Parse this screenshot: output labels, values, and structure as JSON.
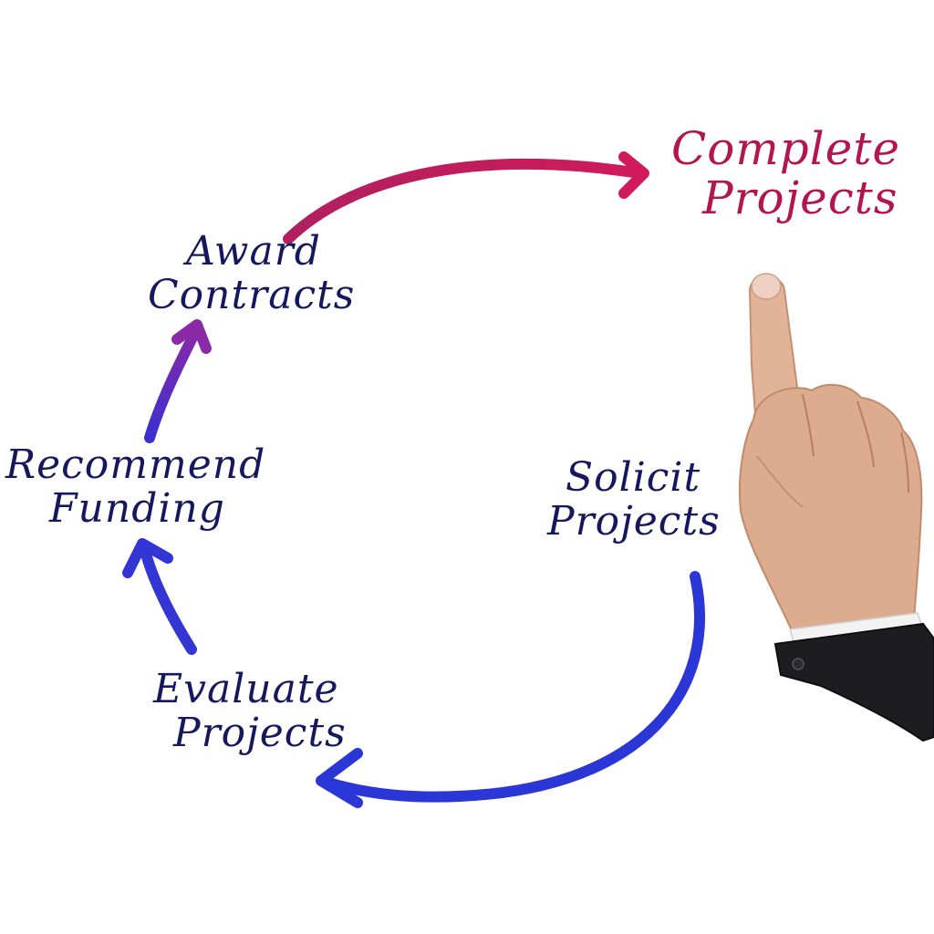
{
  "diagram": {
    "steps": [
      {
        "id": "solicit",
        "line1": "Solicit",
        "line2": "Projects"
      },
      {
        "id": "evaluate",
        "line1": "Evaluate",
        "line2": "Projects"
      },
      {
        "id": "recommend",
        "line1": "Recommend",
        "line2": "Funding"
      },
      {
        "id": "award",
        "line1": "Award",
        "line2": "Contracts"
      },
      {
        "id": "complete",
        "line1": "Complete",
        "line2": "Projects"
      }
    ],
    "colors": {
      "step_text": "#16185e",
      "final_text": "#b3164f",
      "arrow_blue": "#2b36d6",
      "arrow_purple": "#6a2bb8",
      "arrow_magenta": "#c2185b"
    }
  }
}
